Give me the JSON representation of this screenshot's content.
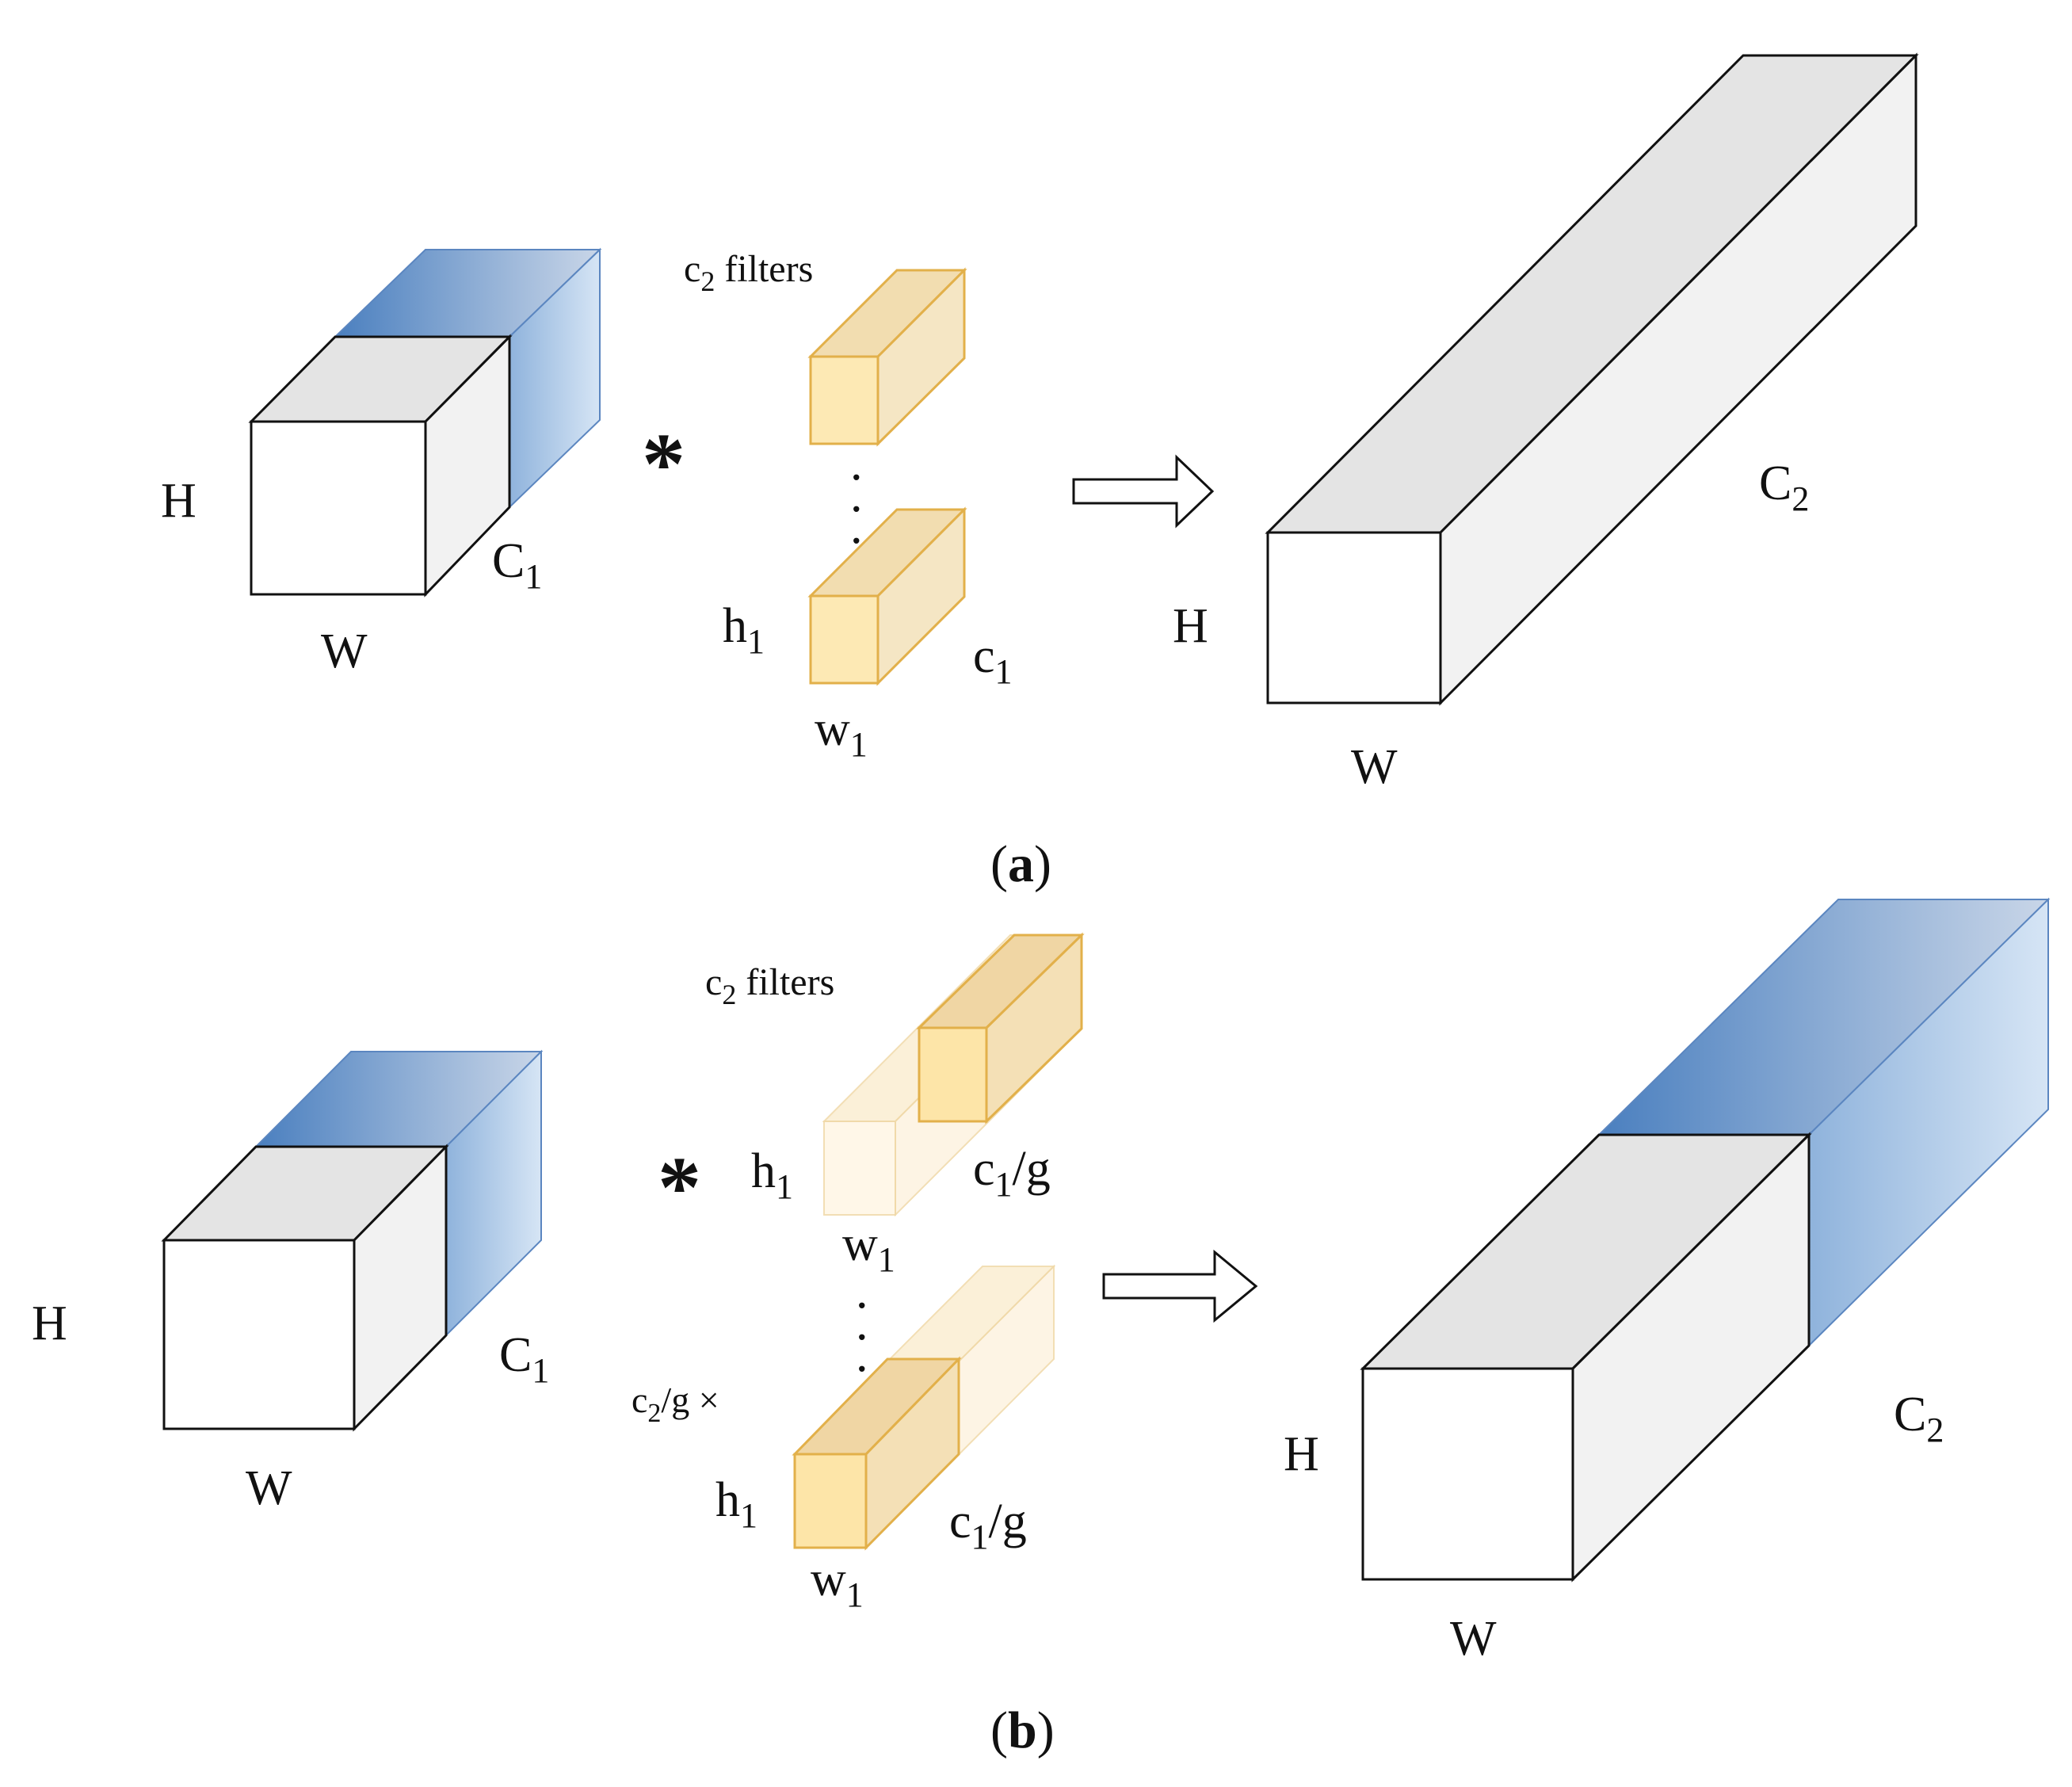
{
  "panel_a": {
    "caption_letter": "a",
    "input": {
      "h": "H",
      "w": "W",
      "c": "C",
      "c_sub": "1"
    },
    "operator": "*",
    "filters": {
      "count_main": "c",
      "count_sub": "2",
      "count_text": " filters",
      "h": "h",
      "h_sub": "1",
      "w": "w",
      "w_sub": "1",
      "c": "c",
      "c_sub": "1"
    },
    "output": {
      "h": "H",
      "w": "W",
      "c": "C",
      "c_sub": "2"
    }
  },
  "panel_b": {
    "caption_letter": "b",
    "input": {
      "h": "H",
      "w": "W",
      "c": "C",
      "c_sub": "1"
    },
    "operator": "*",
    "filters": {
      "count_main": "c",
      "count_sub": "2",
      "count_text": " filters",
      "h": "h",
      "h_sub": "1",
      "w": "w",
      "w_sub": "1",
      "c": "c",
      "c_sub": "1",
      "c_rest": "/g",
      "group_main": "c",
      "group_sub": "2",
      "group_rest": "/g ×"
    },
    "output": {
      "h": "H",
      "w": "W",
      "c": "C",
      "c_sub": "2"
    }
  },
  "colors": {
    "blue_dark": "#4a80c0",
    "blue_light": "#cfe0f2",
    "amber": "#e3b23c",
    "amber_fill": "#fbe3a3",
    "gray_top": "#e4e4e4",
    "gray_side": "#f2f2f2"
  }
}
